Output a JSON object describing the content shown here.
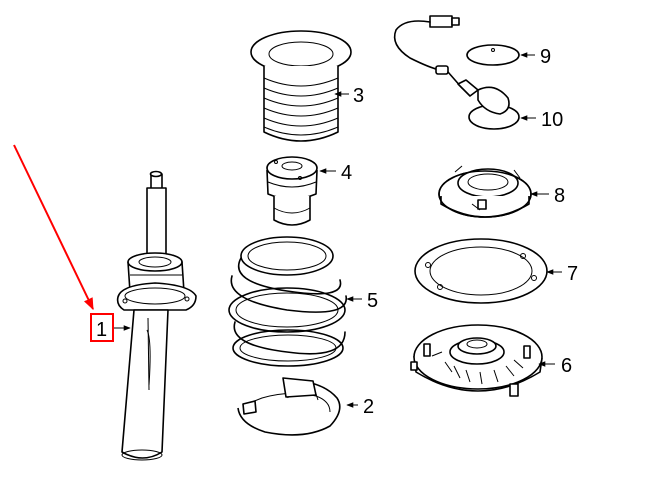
{
  "diagram": {
    "callouts": [
      {
        "id": "strut",
        "label": "1"
      },
      {
        "id": "spring-seat",
        "label": "2"
      },
      {
        "id": "dust-boot",
        "label": "3"
      },
      {
        "id": "bump-stop",
        "label": "4"
      },
      {
        "id": "coil-spring",
        "label": "5"
      },
      {
        "id": "upper-mount",
        "label": "6"
      },
      {
        "id": "mount-gasket",
        "label": "7"
      },
      {
        "id": "bearing",
        "label": "8"
      },
      {
        "id": "cap",
        "label": "9"
      },
      {
        "id": "sensor-harness",
        "label": "10"
      }
    ],
    "highlight": {
      "target": "strut",
      "color": "#ff0000"
    }
  }
}
